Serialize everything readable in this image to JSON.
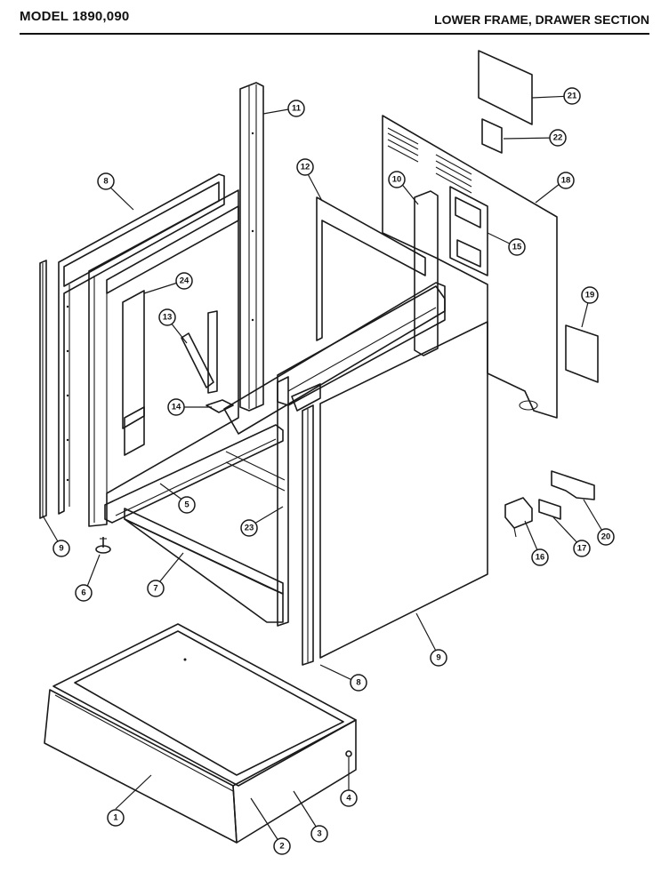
{
  "header": {
    "model": "MODEL 1890,090",
    "section": "LOWER FRAME, DRAWER SECTION"
  },
  "callouts": [
    {
      "id": "c1",
      "label": "1"
    },
    {
      "id": "c2",
      "label": "2"
    },
    {
      "id": "c3",
      "label": "3"
    },
    {
      "id": "c4",
      "label": "4"
    },
    {
      "id": "c5",
      "label": "5"
    },
    {
      "id": "c6",
      "label": "6"
    },
    {
      "id": "c7",
      "label": "7"
    },
    {
      "id": "c8a",
      "label": "8"
    },
    {
      "id": "c8b",
      "label": "8"
    },
    {
      "id": "c9a",
      "label": "9"
    },
    {
      "id": "c9b",
      "label": "9"
    },
    {
      "id": "c10",
      "label": "10"
    },
    {
      "id": "c11",
      "label": "11"
    },
    {
      "id": "c12",
      "label": "12"
    },
    {
      "id": "c13",
      "label": "13"
    },
    {
      "id": "c14",
      "label": "14"
    },
    {
      "id": "c15",
      "label": "15"
    },
    {
      "id": "c16",
      "label": "16"
    },
    {
      "id": "c17",
      "label": "17"
    },
    {
      "id": "c18",
      "label": "18"
    },
    {
      "id": "c19",
      "label": "19"
    },
    {
      "id": "c20",
      "label": "20"
    },
    {
      "id": "c21",
      "label": "21"
    },
    {
      "id": "c22",
      "label": "22"
    },
    {
      "id": "c23",
      "label": "23"
    },
    {
      "id": "c24",
      "label": "24"
    }
  ]
}
